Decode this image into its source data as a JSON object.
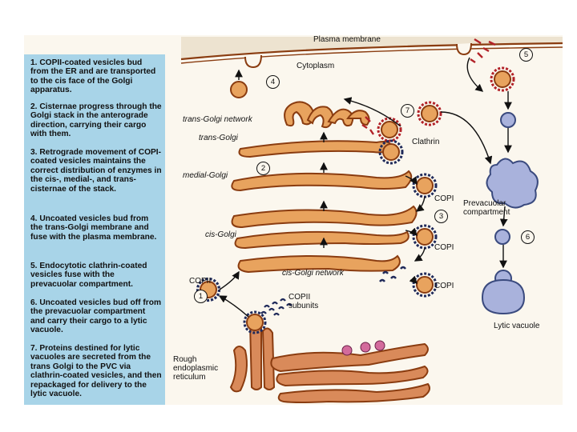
{
  "steps": [
    {
      "text": "1. COPII-coated vesicles bud from the ER and are transported to the cis face of the Golgi apparatus."
    },
    {
      "text": "2. Cisternae progress through the Golgi stack in the anterograde direction, carrying their cargo with them."
    },
    {
      "text": "3. Retrograde movement of COPI-coated vesicles maintains the correct distribution of enzymes in the cis-, medial-, and trans-cisternae of the stack."
    },
    {
      "text": "4. Uncoated vesicles bud from the trans-Golgi membrane and fuse with the plasma membrane."
    },
    {
      "text": "5. Endocytotic clathrin-coated vesicles fuse with the prevacuolar compartment."
    },
    {
      "text": "6. Uncoated vesicles bud off from the prevacuolar compartment and carry their cargo to a lytic vacuole."
    },
    {
      "text": "7. Proteins destined for lytic vacuoles are secreted from the trans Golgi to the PVC via clathrin-coated vesicles, and then repackaged for delivery to the lytic vacuole."
    }
  ],
  "labels": {
    "plasma_membrane": "Plasma membrane",
    "cytoplasm": "Cytoplasm",
    "trans_golgi_network": "trans-Golgi network",
    "trans_golgi": "trans-Golgi",
    "medial_golgi": "medial-Golgi",
    "cis_golgi": "cis-Golgi",
    "cis_golgi_network": "cis-Golgi network",
    "clathrin": "Clathrin",
    "copi_1": "COPI",
    "copi_2": "COPI",
    "copi_3": "COPI",
    "copii": "COPII",
    "copii_subunits": "COPII subunits",
    "prevacuolar_compartment": "Prevacuolar compartment",
    "lytic_vacuole": "Lytic vacuole",
    "rough_er": "Rough endoplasmic reticulum"
  },
  "step_numbers": [
    "1",
    "2",
    "3",
    "4",
    "5",
    "6",
    "7"
  ],
  "colors": {
    "membrane_fill": "#e8a35e",
    "membrane_stroke": "#8a3c10",
    "er_fill": "#d98a5a",
    "vacuole_fill": "#a9b2dc",
    "vacuole_stroke": "#3a4a7e",
    "copi_coat": "#1f2a5a",
    "clathrin_coat": "#b22228",
    "panel": "#a8d4e8",
    "background": "#fbf7ee"
  }
}
